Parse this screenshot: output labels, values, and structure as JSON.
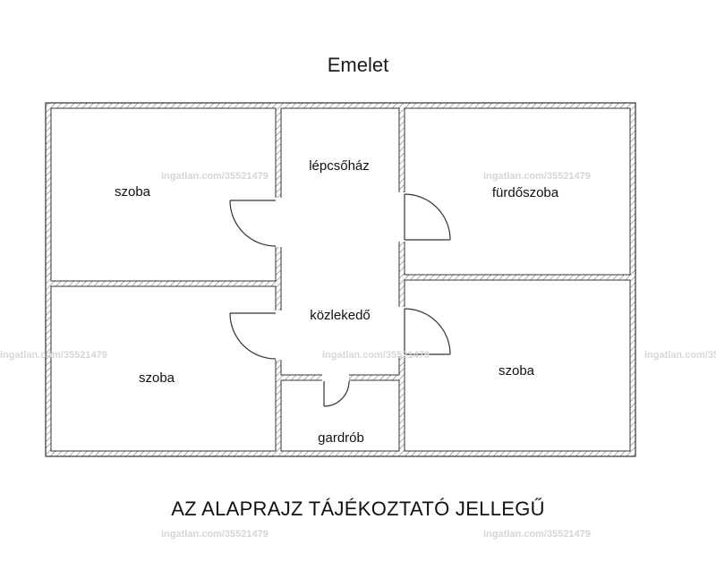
{
  "title": "Emelet",
  "footer": "AZ ALAPRAJZ TÁJÉKOZTATÓ JELLEGŰ",
  "rooms": {
    "top_left": "szoba",
    "stair": "lépcsőház",
    "bathroom": "fürdőszoba",
    "bottom_left": "szoba",
    "corridor": "közlekedő",
    "bottom_right": "szoba",
    "closet": "gardrób"
  },
  "watermark": "ingatlan.com/35521479",
  "colors": {
    "wall": "#333333",
    "hatch": "#777777",
    "dashed": "#d9d9d9"
  }
}
